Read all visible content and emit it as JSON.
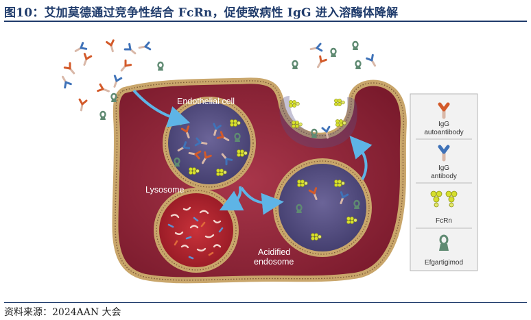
{
  "header": {
    "title": "图10：艾加莫德通过竞争性结合 FcRn，促使致病性 IgG 进入溶酶体降解"
  },
  "diagram": {
    "cell_label": "Endothelial cell",
    "lysosome_label": "Lysosome",
    "acidified_label_line1": "Acidified",
    "acidified_label_line2": "endosome"
  },
  "legend": {
    "items": [
      {
        "line1": "IgG",
        "line2": "autoantibody",
        "icon": "igg-autoantibody-icon",
        "color": "#d35a2a"
      },
      {
        "line1": "IgG",
        "line2": "antibody",
        "icon": "igg-antibody-icon",
        "color": "#3f72b8"
      },
      {
        "line1": "FcRn",
        "line2": "",
        "icon": "fcrn-icon",
        "color": "#c6d12a"
      },
      {
        "line1": "Efgartigimod",
        "line2": "",
        "icon": "efgartigimod-icon",
        "color": "#5f8a72"
      }
    ]
  },
  "footer": {
    "source": "资料来源：2024AAN 大会"
  },
  "colors": {
    "title": "#1f3b6b",
    "cell_fill": "#8c1f33",
    "membrane": "#c9a66b",
    "endosome_fill": "#4d477a",
    "arrow": "#5eb4e6"
  }
}
